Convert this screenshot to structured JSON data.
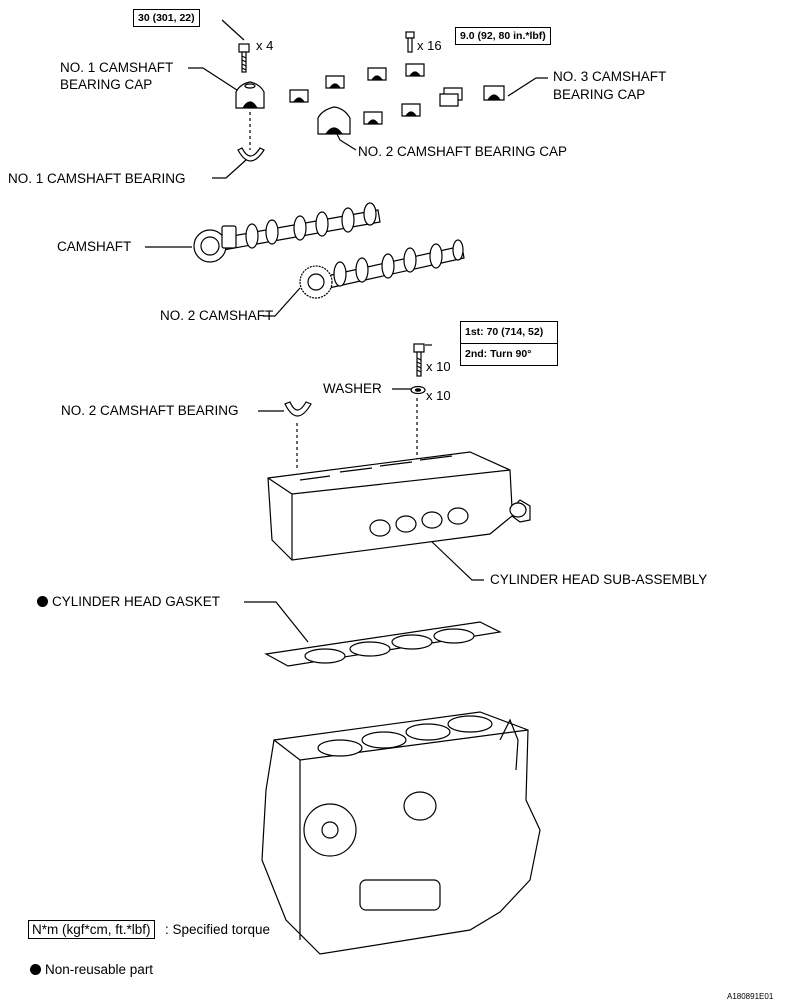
{
  "torque": {
    "cap_bolts": "30 (301, 22)",
    "cap_bolts_qty": "x 4",
    "small_bolts": "9.0 (92, 80 in.*lbf)",
    "small_bolts_qty": "x 16",
    "head_bolts_step1": "1st: 70 (714, 52)",
    "head_bolts_step2": "2nd: Turn 90°",
    "head_bolts_qty": "x 10",
    "washer_qty": "x 10"
  },
  "labels": {
    "no1_cap_line1": "NO. 1 CAMSHAFT",
    "no1_cap_line2": "BEARING CAP",
    "no3_cap_line1": "NO. 3 CAMSHAFT",
    "no3_cap_line2": "BEARING CAP",
    "no2_cap": "NO. 2 CAMSHAFT BEARING CAP",
    "no1_bearing": "NO. 1 CAMSHAFT BEARING",
    "camshaft": "CAMSHAFT",
    "no2_camshaft": "NO. 2 CAMSHAFT",
    "washer": "WASHER",
    "no2_bearing": "NO. 2 CAMSHAFT BEARING",
    "cyl_head": "CYLINDER HEAD SUB-ASSEMBLY",
    "gasket": "CYLINDER HEAD GASKET"
  },
  "legend": {
    "torque_unit": "N*m (kgf*cm, ft.*lbf)",
    "torque_desc": ": Specified torque",
    "non_reusable": "Non-reusable part"
  },
  "figure_id": "A180891E01"
}
